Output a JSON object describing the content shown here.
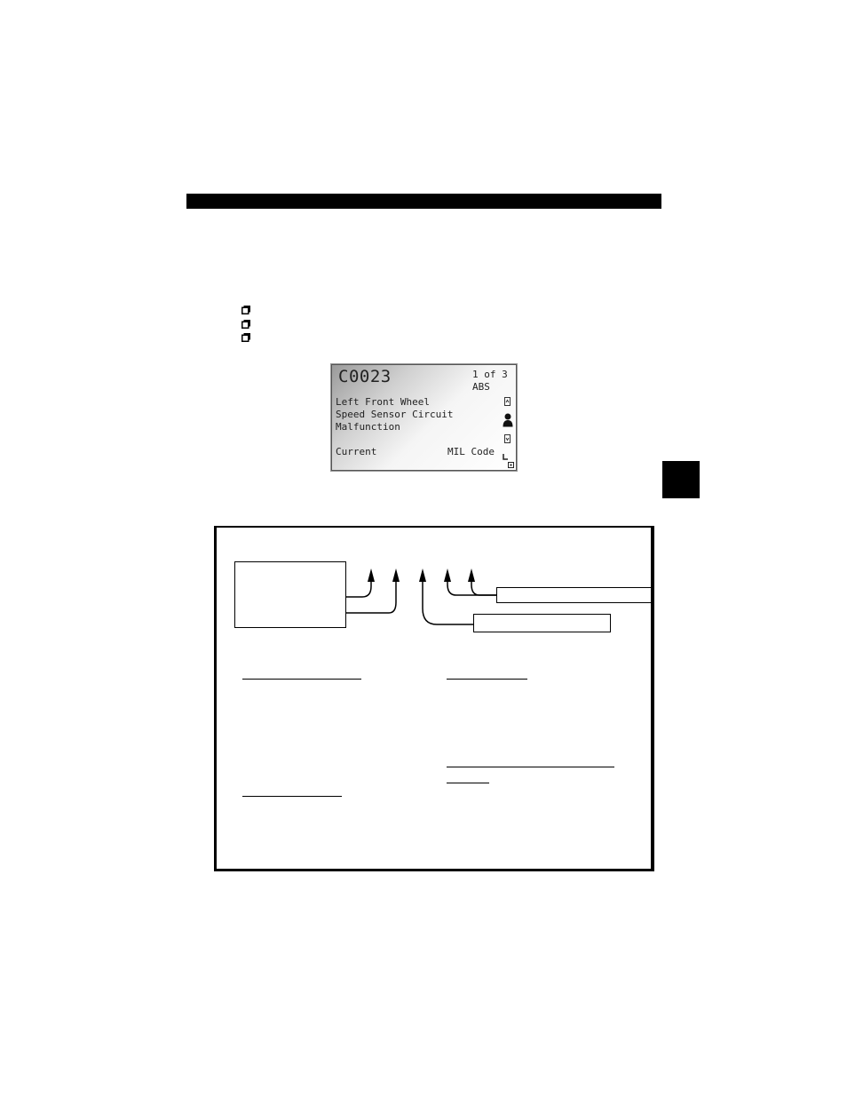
{
  "lcd_screen": {
    "code": "C0023",
    "count": "1 of 3",
    "system": "ABS",
    "description_lines": [
      "Left Front Wheel",
      "Speed Sensor Circuit",
      "Malfunction"
    ],
    "status": "Current",
    "mil": "MIL Code"
  },
  "icons": {
    "checkbox": "checkbox-icon",
    "scroll_up": "scroll-up-icon",
    "person": "person-icon",
    "scroll_down": "scroll-down-icon",
    "corner": "corner-icon"
  }
}
